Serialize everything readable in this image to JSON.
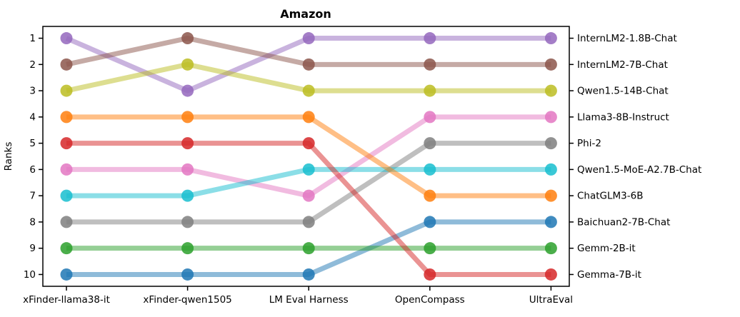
{
  "chart_data": {
    "type": "line",
    "subtype": "bump-rank-chart",
    "title": "Amazon",
    "xlabel": "",
    "ylabel": "Ranks",
    "x_categories": [
      "xFinder-llama38-it",
      "xFinder-qwen1505",
      "LM Eval Harness",
      "OpenCompass",
      "UltraEval"
    ],
    "y_tick_labels": [
      "1",
      "2",
      "3",
      "4",
      "5",
      "6",
      "7",
      "8",
      "9",
      "10"
    ],
    "y_axis_inverted": true,
    "ylim": [
      0.55,
      10.45
    ],
    "grid": false,
    "legend_position": "right-edge-labels",
    "series": [
      {
        "name": "InternLM2-1.8B-Chat",
        "color": "#9467bd",
        "ranks": [
          1,
          3,
          1,
          1,
          1
        ]
      },
      {
        "name": "InternLM2-7B-Chat",
        "color": "#8c564b",
        "ranks": [
          2,
          1,
          2,
          2,
          2
        ]
      },
      {
        "name": "Qwen1.5-14B-Chat",
        "color": "#bcbd22",
        "ranks": [
          3,
          2,
          3,
          3,
          3
        ]
      },
      {
        "name": "Llama3-8B-Instruct",
        "color": "#e377c2",
        "ranks": [
          6,
          6,
          7,
          4,
          4
        ]
      },
      {
        "name": "Phi-2",
        "color": "#7f7f7f",
        "ranks": [
          8,
          8,
          8,
          5,
          5
        ]
      },
      {
        "name": "Qwen1.5-MoE-A2.7B-Chat",
        "color": "#17becf",
        "ranks": [
          7,
          7,
          6,
          6,
          6
        ]
      },
      {
        "name": "ChatGLM3-6B",
        "color": "#ff7f0e",
        "ranks": [
          4,
          4,
          4,
          7,
          7
        ]
      },
      {
        "name": "Baichuan2-7B-Chat",
        "color": "#1f77b4",
        "ranks": [
          10,
          10,
          10,
          8,
          8
        ]
      },
      {
        "name": "Gemm-2B-it",
        "color": "#2ca02c",
        "ranks": [
          9,
          9,
          9,
          9,
          9
        ]
      },
      {
        "name": "Gemma-7B-it",
        "color": "#d62728",
        "ranks": [
          5,
          5,
          5,
          10,
          10
        ]
      }
    ],
    "right_labels_top_to_bottom": [
      "InternLM2-1.8B-Chat",
      "InternLM2-7B-Chat",
      "Qwen1.5-14B-Chat",
      "Llama3-8B-Instruct",
      "Phi-2",
      "Qwen1.5-MoE-A2.7B-Chat",
      "ChatGLM3-6B",
      "Baichuan2-7B-Chat",
      "Gemm-2B-it",
      "Gemma-7B-it"
    ],
    "axis_color": "#000000"
  }
}
